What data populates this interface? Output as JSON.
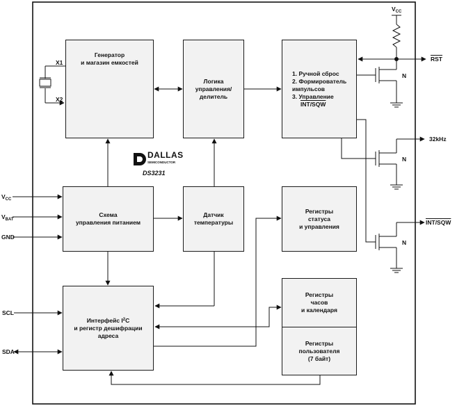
{
  "blocks": {
    "oscillator": "Генератор\nи магазин емкостей",
    "divider": "Логика\nуправления/\nделитель",
    "control": {
      "item1": "1. Ручной сброс",
      "item2": "2. Формирователь\nимпульсов",
      "item3_prefix": "3. Управление",
      "item3_signal": "INT/SQW"
    },
    "power": "Схема\nуправления питанием",
    "temp": "Датчик\nтемпературы",
    "status": "Регистры\nстатуса\nи управления",
    "i2c": {
      "line1_a": "Интерфейс I",
      "line1_sup": "2",
      "line1_b": "C",
      "line2": "и регистр дешифрации\nадреса"
    },
    "clock": "Регистры\nчасов\nи календаря",
    "user": "Регистры\nпользователя\n(7 байт)"
  },
  "logo": {
    "brand": "DALLAS",
    "tagline": "SEMICONDUCTOR",
    "part": "DS3231"
  },
  "pins": {
    "vcc_main": "V",
    "vcc_main_sub": "CC",
    "vbat": "V",
    "vbat_sub": "BAT",
    "gnd": "GND",
    "scl": "SCL",
    "sda": "SDA",
    "vcc_top": "V",
    "vcc_top_sub": "CC",
    "rst": "RST",
    "khz": "32kHz",
    "int_sqw": "INT/SQW",
    "x1": "X1",
    "x2": "X2",
    "n1": "N",
    "n2": "N",
    "n3": "N"
  }
}
